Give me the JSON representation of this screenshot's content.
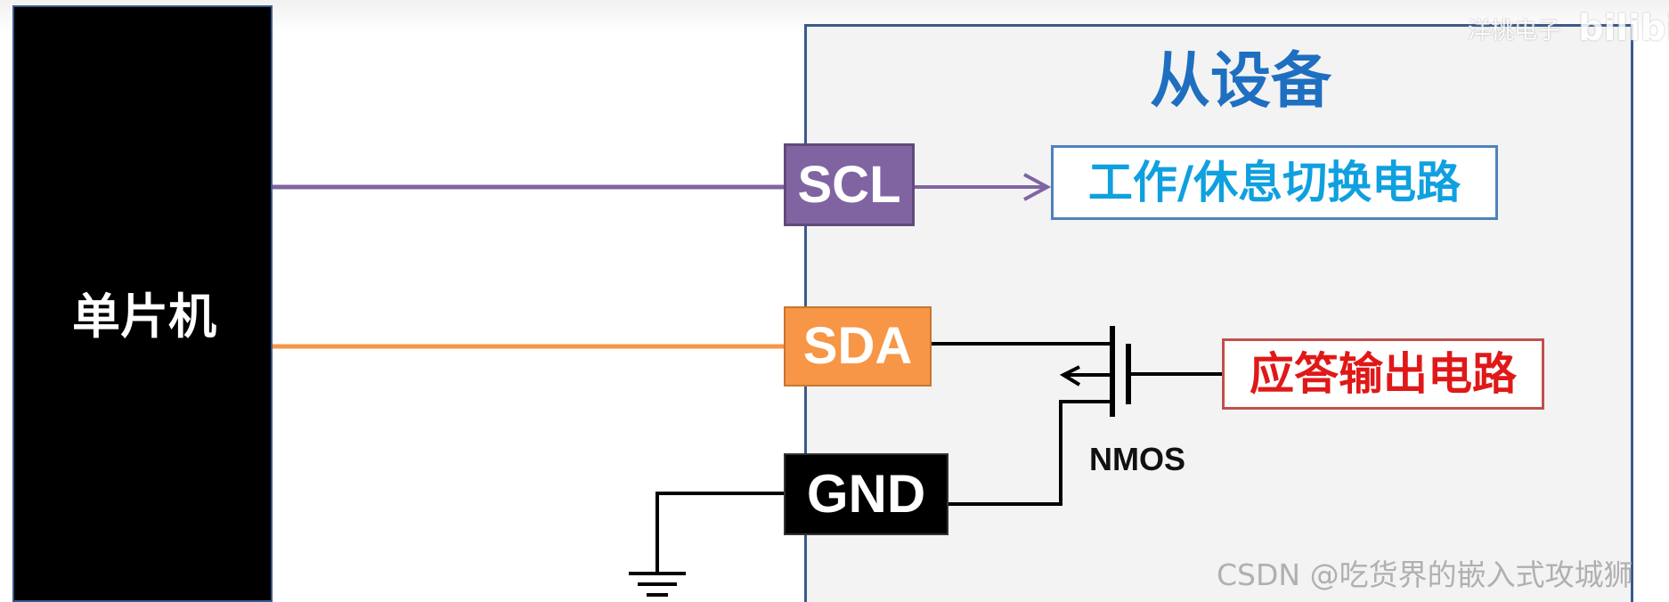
{
  "diagram": {
    "mcu_label": "单片机",
    "slave_title": "从设备",
    "pins": {
      "scl": "SCL",
      "sda": "SDA",
      "gnd": "GND"
    },
    "circuits": {
      "sleep_switch": "工作/休息切换电路",
      "ack_output": "应答输出电路"
    },
    "transistor_label": "NMOS"
  },
  "watermarks": {
    "top_text": "洋桃电子",
    "top_logo": "bilibili",
    "bottom_text": "CSDN @吃货界的嵌入式攻城狮"
  },
  "colors": {
    "scl_line": "#8064a2",
    "sda_line": "#f79646",
    "slave_title": "#1f6fc0",
    "sleep_circuit_text": "#0fa0df",
    "ack_circuit_text": "#e01818"
  }
}
